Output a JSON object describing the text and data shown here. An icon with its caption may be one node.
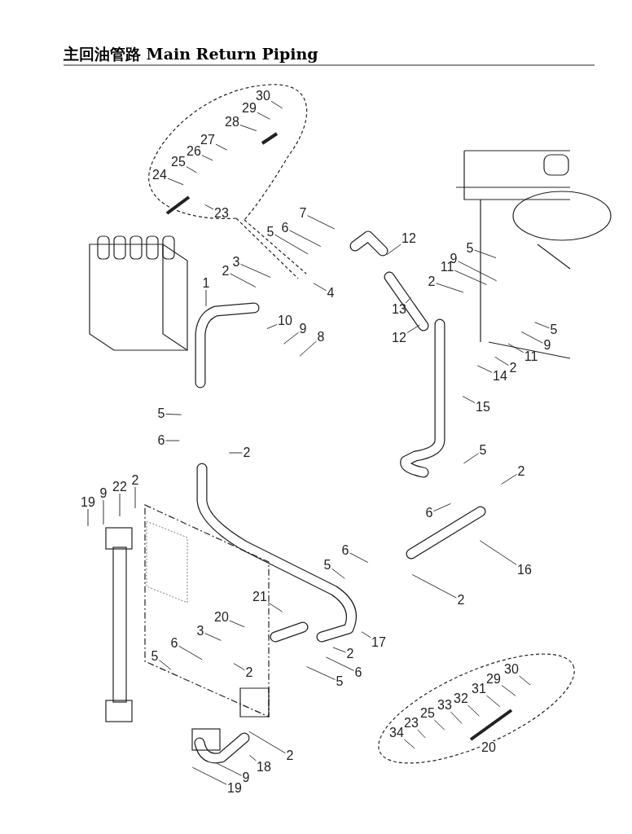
{
  "diagram": {
    "title": "主回油管路 Main Return Piping",
    "nodes": [
      {
        "text": [
          "30"
        ]
      },
      {
        "text": [
          "29"
        ]
      },
      {
        "text": [
          "28"
        ]
      },
      {
        "text": [
          "27"
        ]
      },
      {
        "text": [
          "26"
        ]
      },
      {
        "text": [
          "25"
        ]
      },
      {
        "text": [
          "24"
        ]
      },
      {
        "text": [
          "23"
        ]
      },
      {
        "text": [
          "7"
        ]
      },
      {
        "text": [
          "6"
        ]
      },
      {
        "text": [
          "5"
        ]
      },
      {
        "text": [
          "3"
        ]
      },
      {
        "text": [
          "2"
        ]
      },
      {
        "text": [
          "4"
        ]
      },
      {
        "text": [
          "1"
        ]
      },
      {
        "text": [
          "12"
        ]
      },
      {
        "text": [
          "5"
        ]
      },
      {
        "text": [
          "9"
        ]
      },
      {
        "text": [
          "11"
        ]
      },
      {
        "text": [
          "2"
        ]
      },
      {
        "text": [
          "13"
        ]
      },
      {
        "text": [
          "12"
        ]
      },
      {
        "text": [
          "10"
        ]
      },
      {
        "text": [
          "9"
        ]
      },
      {
        "text": [
          "8"
        ]
      },
      {
        "text": [
          "5"
        ]
      },
      {
        "text": [
          "9"
        ]
      },
      {
        "text": [
          "11"
        ]
      },
      {
        "text": [
          "2"
        ]
      },
      {
        "text": [
          "14"
        ]
      },
      {
        "text": [
          "15"
        ]
      },
      {
        "text": [
          "5"
        ]
      },
      {
        "text": [
          "6"
        ]
      },
      {
        "text": [
          "2"
        ]
      },
      {
        "text": [
          "5"
        ]
      },
      {
        "text": [
          "2"
        ]
      },
      {
        "text": [
          "19"
        ]
      },
      {
        "text": [
          "9"
        ]
      },
      {
        "text": [
          "22"
        ]
      },
      {
        "text": [
          "2"
        ]
      },
      {
        "text": [
          "6"
        ]
      },
      {
        "text": [
          "16"
        ]
      },
      {
        "text": [
          "6"
        ]
      },
      {
        "text": [
          "5"
        ]
      },
      {
        "text": [
          "2"
        ]
      },
      {
        "text": [
          "21"
        ]
      },
      {
        "text": [
          "20"
        ]
      },
      {
        "text": [
          "17"
        ]
      },
      {
        "text": [
          "3"
        ]
      },
      {
        "text": [
          "6"
        ]
      },
      {
        "text": [
          "5"
        ]
      },
      {
        "text": [
          "2"
        ]
      },
      {
        "text": [
          "2"
        ]
      },
      {
        "text": [
          "6"
        ]
      },
      {
        "text": [
          "5"
        ]
      },
      {
        "text": [
          "2"
        ]
      },
      {
        "text": [
          "18"
        ]
      },
      {
        "text": [
          "9"
        ]
      },
      {
        "text": [
          "19"
        ]
      },
      {
        "text": [
          "30"
        ]
      },
      {
        "text": [
          "29"
        ]
      },
      {
        "text": [
          "31"
        ]
      },
      {
        "text": [
          "32"
        ]
      },
      {
        "text": [
          "33"
        ]
      },
      {
        "text": [
          "25"
        ]
      },
      {
        "text": [
          "23"
        ]
      },
      {
        "text": [
          "34"
        ]
      }
    ],
    "edges": [
      {
        "from": 0,
        "to": null,
        "arrow": "none"
      },
      {
        "from": 1,
        "to": null,
        "arrow": "none"
      },
      {
        "from": 2,
        "to": null,
        "arrow": "none"
      },
      {
        "from": 3,
        "to": null,
        "arrow": "none"
      },
      {
        "from": 4,
        "to": null,
        "arrow": "none"
      },
      {
        "from": 5,
        "to": null,
        "arrow": "none"
      },
      {
        "from": 6,
        "to": null,
        "arrow": "none"
      },
      {
        "from": 7,
        "to": null,
        "arrow": "none"
      },
      {
        "from": 8,
        "to": null,
        "arrow": "none"
      },
      {
        "from": 9,
        "to": null,
        "arrow": "none"
      },
      {
        "from": 10,
        "to": null,
        "arrow": "none"
      },
      {
        "from": 11,
        "to": null,
        "arrow": "none"
      },
      {
        "from": 12,
        "to": null,
        "arrow": "none"
      },
      {
        "from": 13,
        "to": null,
        "arrow": "none"
      },
      {
        "from": 14,
        "to": null,
        "arrow": "none"
      },
      {
        "from": 15,
        "to": null,
        "arrow": "none"
      },
      {
        "from": 16,
        "to": null,
        "arrow": "none"
      },
      {
        "from": 17,
        "to": null,
        "arrow": "none"
      },
      {
        "from": 18,
        "to": null,
        "arrow": "none"
      },
      {
        "from": 19,
        "to": null,
        "arrow": "none"
      },
      {
        "from": 20,
        "to": null,
        "arrow": "none"
      },
      {
        "from": 21,
        "to": null,
        "arrow": "none"
      },
      {
        "from": 22,
        "to": null,
        "arrow": "none"
      },
      {
        "from": 23,
        "to": null,
        "arrow": "none"
      },
      {
        "from": 24,
        "to": null,
        "arrow": "none"
      },
      {
        "from": 25,
        "to": null,
        "arrow": "none"
      },
      {
        "from": 26,
        "to": null,
        "arrow": "none"
      },
      {
        "from": 27,
        "to": null,
        "arrow": "none"
      },
      {
        "from": 28,
        "to": null,
        "arrow": "none"
      },
      {
        "from": 29,
        "to": null,
        "arrow": "none"
      },
      {
        "from": 30,
        "to": null,
        "arrow": "none"
      },
      {
        "from": 31,
        "to": null,
        "arrow": "none"
      },
      {
        "from": 32,
        "to": null,
        "arrow": "none"
      },
      {
        "from": 33,
        "to": null,
        "arrow": "none"
      },
      {
        "from": 34,
        "to": null,
        "arrow": "none"
      },
      {
        "from": 35,
        "to": null,
        "arrow": "none"
      },
      {
        "from": 36,
        "to": null,
        "arrow": "none"
      },
      {
        "from": 37,
        "to": null,
        "arrow": "none"
      },
      {
        "from": 38,
        "to": null,
        "arrow": "none"
      },
      {
        "from": 39,
        "to": null,
        "arrow": "none"
      },
      {
        "from": 40,
        "to": null,
        "arrow": "none"
      },
      {
        "from": 41,
        "to": null,
        "arrow": "none"
      },
      {
        "from": 42,
        "to": null,
        "arrow": "none"
      },
      {
        "from": 43,
        "to": null,
        "arrow": "none"
      },
      {
        "from": 44,
        "to": null,
        "arrow": "none"
      },
      {
        "from": 45,
        "to": null,
        "arrow": "none"
      },
      {
        "from": 46,
        "to": null,
        "arrow": "none"
      },
      {
        "from": 47,
        "to": null,
        "arrow": "none"
      },
      {
        "from": 48,
        "to": null,
        "arrow": "none"
      },
      {
        "from": 49,
        "to": null,
        "arrow": "none"
      },
      {
        "from": 50,
        "to": null,
        "arrow": "none"
      },
      {
        "from": 51,
        "to": null,
        "arrow": "none"
      },
      {
        "from": 52,
        "to": null,
        "arrow": "none"
      },
      {
        "from": 53,
        "to": null,
        "arrow": "none"
      },
      {
        "from": 54,
        "to": null,
        "arrow": "none"
      },
      {
        "from": 55,
        "to": null,
        "arrow": "none"
      },
      {
        "from": 56,
        "to": null,
        "arrow": "none"
      },
      {
        "from": 57,
        "to": null,
        "arrow": "none"
      },
      {
        "from": 58,
        "to": null,
        "arrow": "none"
      },
      {
        "from": 59,
        "to": null,
        "arrow": "none"
      },
      {
        "from": 60,
        "to": null,
        "arrow": "none"
      },
      {
        "from": 61,
        "to": null,
        "arrow": "none"
      },
      {
        "from": 62,
        "to": null,
        "arrow": "none"
      },
      {
        "from": 63,
        "to": null,
        "arrow": "none"
      },
      {
        "from": 64,
        "to": null,
        "arrow": "none"
      },
      {
        "from": 65,
        "to": null,
        "arrow": "none"
      },
      {
        "from": 66,
        "to": null,
        "arrow": "none"
      }
    ],
    "labels": [
      "20"
    ]
  }
}
